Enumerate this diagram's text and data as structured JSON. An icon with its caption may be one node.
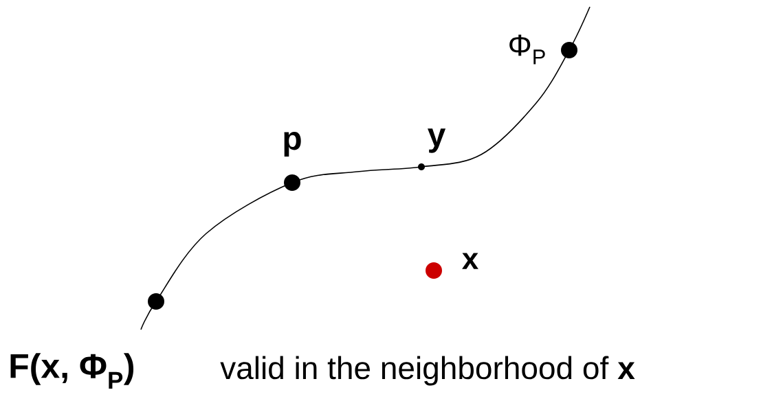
{
  "diagram": {
    "labels": [
      "Φ$_{P}$",
      "p",
      "y",
      "x",
      "F(x, Φ$_{P}$)",
      "valid in the neighborhood of **x**"
    ]
  }
}
